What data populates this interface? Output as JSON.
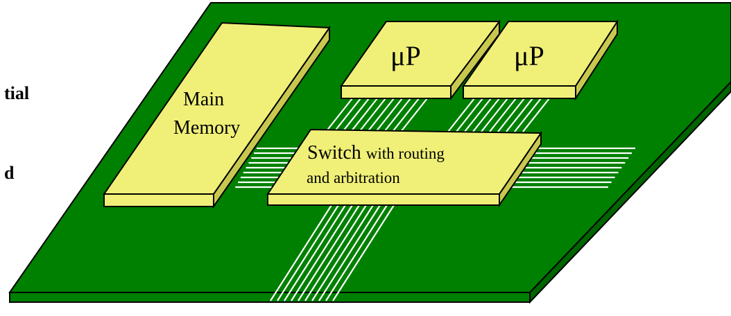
{
  "side_text": {
    "line1": "tial",
    "line2": "d"
  },
  "chips": {
    "memory": {
      "line1": "Main",
      "line2": "Memory"
    },
    "cpu1": {
      "label": "μP"
    },
    "cpu2": {
      "label": "μP"
    },
    "switch": {
      "title": "Switch",
      "rest": "with routing",
      "line2": "and arbitration"
    }
  },
  "colors": {
    "board": "#008000",
    "chip": "#f0f078",
    "outline": "#000000",
    "traces": "#ffffff"
  }
}
